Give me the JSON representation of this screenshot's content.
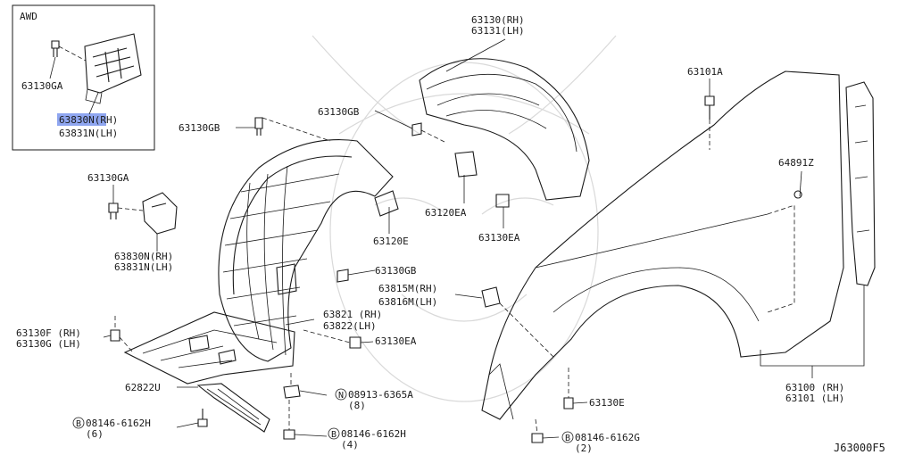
{
  "variant": "AWD",
  "diagram_code": "J63000F5",
  "highlight_color": "#8fa6f0",
  "callouts": {
    "c_63130ga_top": "63130GA",
    "c_63830n_top": "63830N(RH)",
    "c_63831n_top": "63831N(LH)",
    "c_63130gb_left": "63130GB",
    "c_63130ga_mid": "63130GA",
    "c_63830n_mid": "63830N(RH)",
    "c_63831n_mid": "63831N(LH)",
    "c_63130f": "63130F (RH)",
    "c_63130g": "63130G (LH)",
    "c_62822u": "62822U",
    "c_b08146_left": "08146-6162H",
    "c_b08146_left_qty": "(6)",
    "c_n08913": "08913-6365A",
    "c_n08913_qty": "(8)",
    "c_b08146_mid": "08146-6162H",
    "c_b08146_mid_qty": "(4)",
    "c_63130ea_mid": "63130EA",
    "c_63821": "63821 (RH)",
    "c_63822": "63822(LH)",
    "c_63815m": "63815M(RH)",
    "c_63816m": "63816M(LH)",
    "c_63130gb_mid": "63130GB",
    "c_63120e": "63120E",
    "c_63130gb_top": "63130GB",
    "c_63130_rh": "63130(RH)",
    "c_63131_lh": "63131(LH)",
    "c_63120ea": "63120EA",
    "c_63130ea_right": "63130EA",
    "c_63101a": "63101A",
    "c_64891z": "64891Z",
    "c_63130e": "63130E",
    "c_b08146_right": "08146-6162G",
    "c_b08146_right_qty": "(2)",
    "c_63100": "63100 (RH)",
    "c_63101": "63101 (LH)"
  },
  "markers": {
    "bolt": "B",
    "nut": "N"
  }
}
